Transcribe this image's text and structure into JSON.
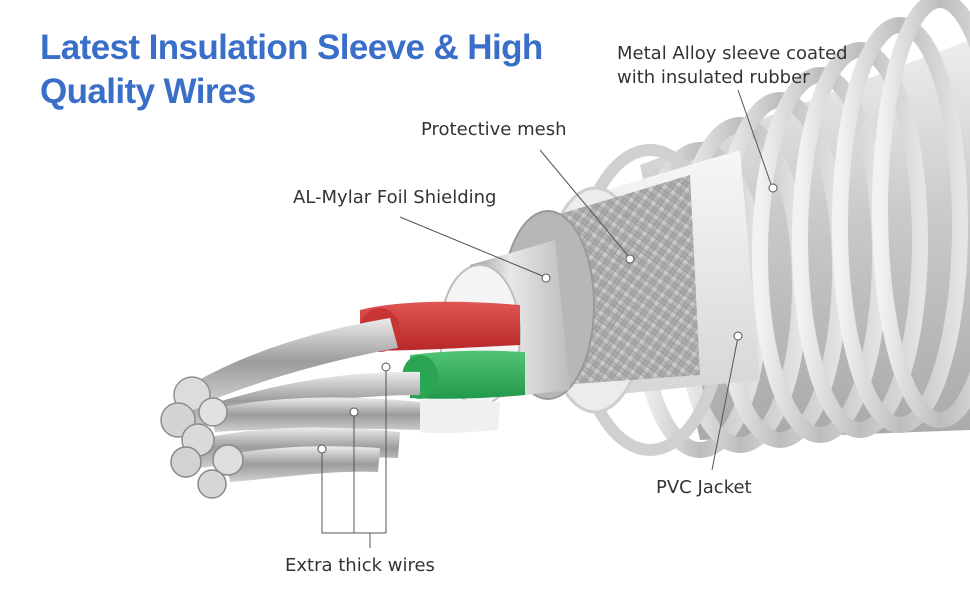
{
  "headline": {
    "line1": "Latest Insulation Sleeve & High",
    "line2": "Quality Wires"
  },
  "colors": {
    "headline": "#3a6fc9",
    "label_text": "#333333",
    "leader_line": "#555555",
    "red_wire": "#d23a3a",
    "green_wire": "#33b25a",
    "metal": "#c4c4c4"
  },
  "callouts": {
    "metal_alloy": {
      "line1": "Metal Alloy sleeve coated",
      "line2": "with insulated rubber"
    },
    "protective_mesh": "Protective mesh",
    "foil_shielding": "AL-Mylar Foil Shielding",
    "pvc_jacket": "PVC Jacket",
    "thick_wires": "Extra thick wires"
  }
}
